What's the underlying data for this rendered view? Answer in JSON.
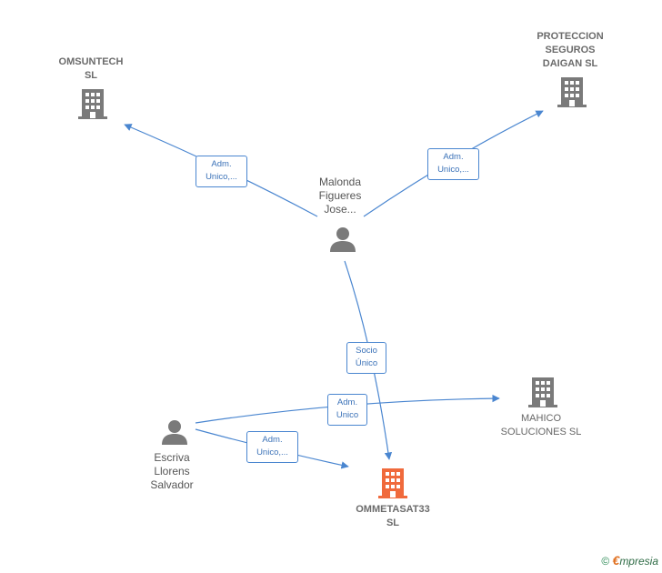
{
  "nodes": {
    "omsuntech": {
      "label": "OMSUNTECH\nSL"
    },
    "proteccion": {
      "label": "PROTECCION\nSEGUROS\nDAIGAN  SL"
    },
    "malonda": {
      "label": "Malonda\nFigueres\nJose..."
    },
    "mahico": {
      "label": "MAHICO\nSOLUCIONES SL"
    },
    "escriva": {
      "label": "Escriva\nLlorens\nSalvador"
    },
    "ommetasat": {
      "label": "OMMETASAT33\nSL"
    }
  },
  "edges": {
    "malonda_omsuntech": "Adm.\nUnico,...",
    "malonda_proteccion": "Adm.\nUnico,...",
    "malonda_ommetasat": "Socio\nÚnico",
    "escriva_mahico": "Adm.\nUnico",
    "escriva_ommetasat": "Adm.\nUnico,..."
  },
  "colors": {
    "edge": "#4a86d0",
    "company": "#7a7a7a",
    "focus_company": "#f06a3c",
    "person": "#7a7a7a"
  },
  "footer": {
    "copyright": "©",
    "brand_e": "€",
    "brand_rest": "mpresia"
  }
}
